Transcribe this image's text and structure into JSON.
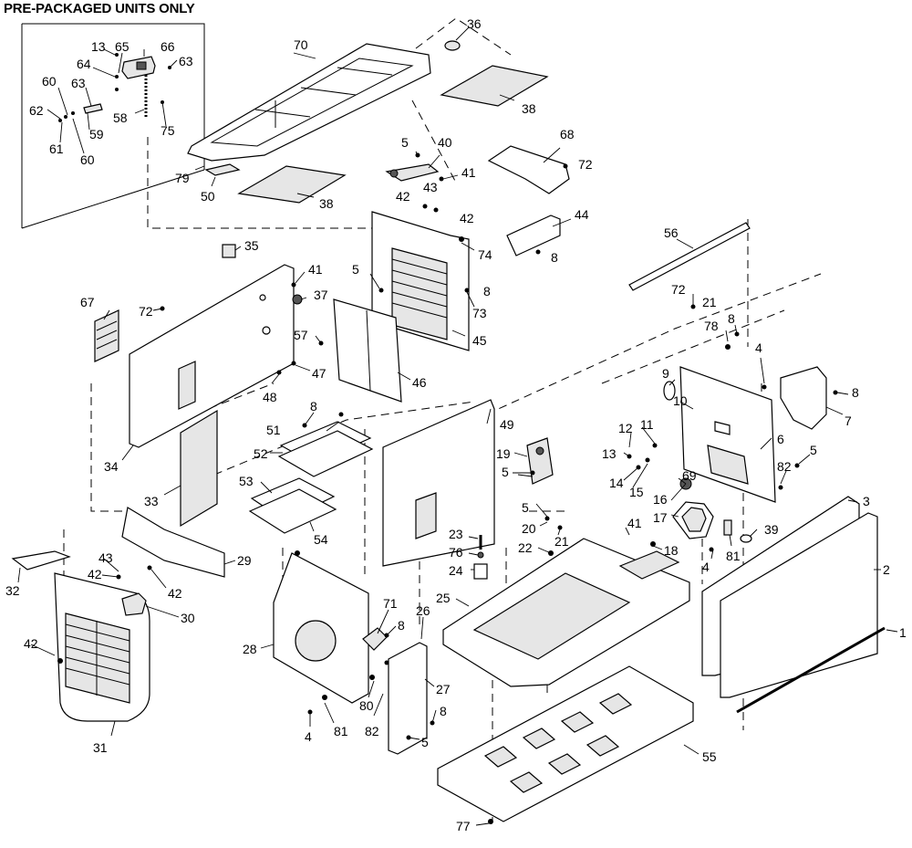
{
  "diagram": {
    "header": "PRE-PACKAGED UNITS ONLY",
    "callouts": [
      "1",
      "2",
      "3",
      "4",
      "5",
      "6",
      "7",
      "8",
      "9",
      "10",
      "11",
      "12",
      "13",
      "14",
      "15",
      "16",
      "17",
      "18",
      "19",
      "20",
      "21",
      "22",
      "23",
      "24",
      "25",
      "26",
      "27",
      "28",
      "29",
      "30",
      "31",
      "32",
      "33",
      "34",
      "35",
      "36",
      "37",
      "38",
      "39",
      "40",
      "41",
      "42",
      "43",
      "44",
      "45",
      "46",
      "47",
      "48",
      "49",
      "50",
      "51",
      "52",
      "53",
      "54",
      "55",
      "56",
      "57",
      "58",
      "59",
      "60",
      "61",
      "62",
      "63",
      "64",
      "65",
      "66",
      "67",
      "68",
      "69",
      "70",
      "71",
      "72",
      "73",
      "74",
      "75",
      "76",
      "77",
      "78",
      "79",
      "80",
      "81",
      "82"
    ],
    "inset_callouts": [
      "13",
      "65",
      "66",
      "64",
      "63",
      "60",
      "63",
      "62",
      "58",
      "75",
      "59",
      "61",
      "60"
    ],
    "main_callouts": [
      "70",
      "36",
      "38",
      "38",
      "79",
      "50",
      "5",
      "40",
      "41",
      "42",
      "43",
      "42",
      "68",
      "72",
      "44",
      "74",
      "8",
      "56",
      "35",
      "41",
      "37",
      "67",
      "72",
      "5",
      "8",
      "73",
      "45",
      "57",
      "47",
      "48",
      "46",
      "72",
      "21",
      "78",
      "8",
      "4",
      "9",
      "10",
      "8",
      "7",
      "34",
      "8",
      "51",
      "52",
      "49",
      "19",
      "5",
      "13",
      "12",
      "11",
      "14",
      "15",
      "6",
      "5",
      "82",
      "69",
      "16",
      "17",
      "3",
      "39",
      "81",
      "4",
      "2",
      "1",
      "33",
      "53",
      "54",
      "5",
      "20",
      "21",
      "22",
      "23",
      "76",
      "24",
      "41",
      "18",
      "25",
      "29",
      "32",
      "43",
      "42",
      "42",
      "30",
      "42",
      "31",
      "28",
      "71",
      "8",
      "26",
      "27",
      "80",
      "82",
      "8",
      "4",
      "81",
      "5",
      "55",
      "77"
    ]
  }
}
